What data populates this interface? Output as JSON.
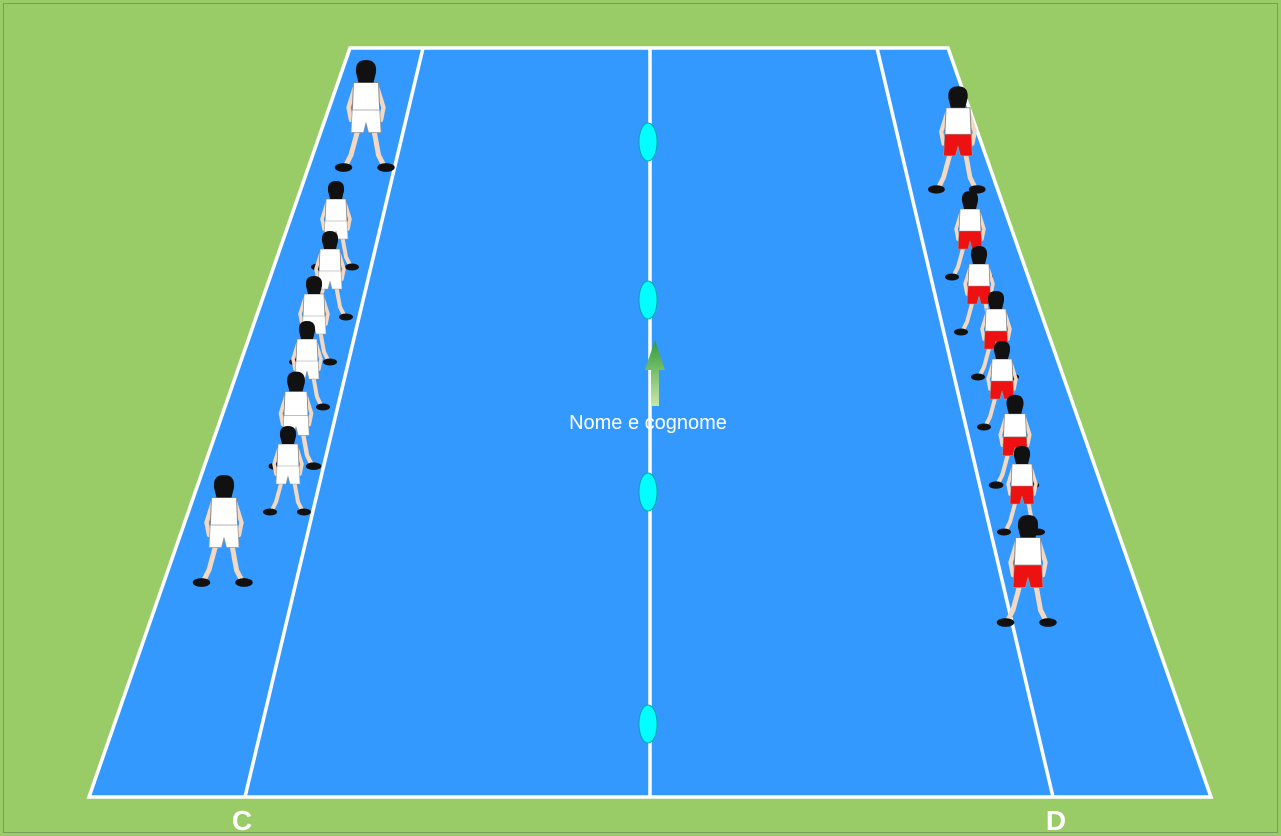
{
  "diagram": {
    "center_label": "Nome e cognome",
    "corner_labels": {
      "left": "C",
      "right": "D"
    },
    "colors": {
      "grass": "#99CC66",
      "court": "#3399FF",
      "line": "#FFFFFF",
      "cone": "#00FFFF",
      "arrow": "#44AA44",
      "shorts_team_a": "#FFFFFF",
      "shorts_team_b": "#EE1111",
      "shirt": "#FFFFFF",
      "hair": "#111111"
    },
    "cone_count": 4,
    "team_a_player_count": 8,
    "team_b_player_count": 8,
    "icons": {
      "player": "player-figure-icon",
      "cone": "cone-marker-icon",
      "arrow": "direction-arrow-icon"
    }
  }
}
